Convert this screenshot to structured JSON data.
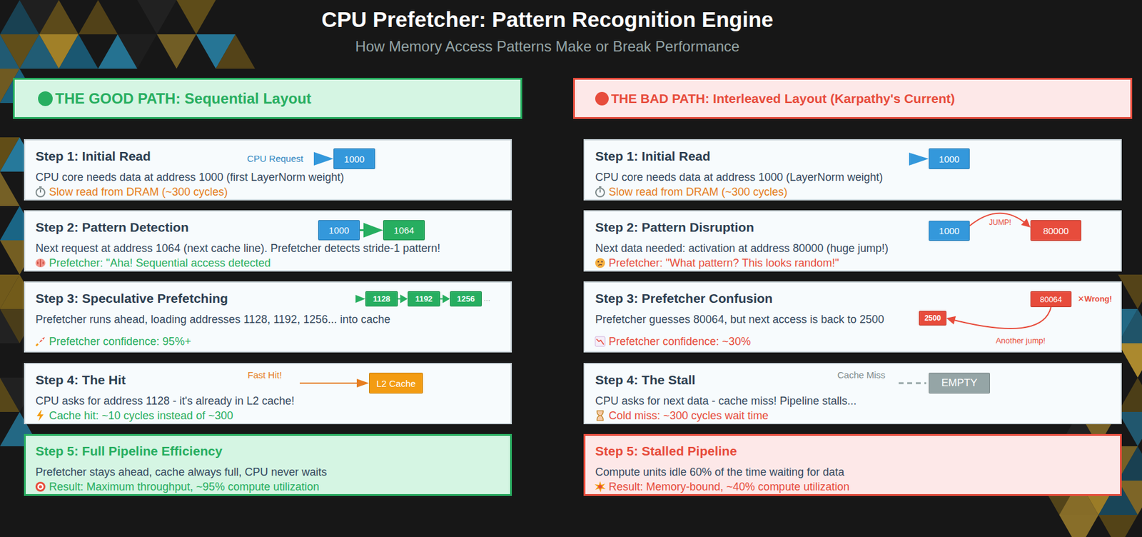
{
  "diagram": {
    "title": "CPU Prefetcher: Pattern Recognition Engine",
    "nodes": [
      {
        "text": [
          "THE GOOD PATH: Sequential Layout"
        ]
      },
      {
        "text": [
          "Step 1: Initial Read",
          "CPU core needs data at address 1000 (first LayerNorm weight)",
          "Slow read from DRAM (~300 cycles)"
        ]
      },
      {
        "text": [
          "1000"
        ],
        "in": 1
      },
      {
        "text": [
          "Step 2: Pattern Detection",
          "Next request at address 1064 (next cache line). Prefetcher detects stride-1 pattern!",
          "Prefetcher: \"Aha! Sequential access detected"
        ]
      },
      {
        "text": [
          "1000"
        ],
        "in": 3
      },
      {
        "text": [
          "1064"
        ],
        "in": 3
      },
      {
        "text": [
          "Step 3: Speculative Prefetching",
          "Prefetcher runs ahead, loading addresses 1128, 1192, 1256... into cache",
          "Prefetcher confidence: 95%+"
        ]
      },
      {
        "text": [
          "1128"
        ],
        "in": 6
      },
      {
        "text": [
          "1192"
        ],
        "in": 6
      },
      {
        "text": [
          "1256"
        ],
        "in": 6
      },
      {
        "text": [
          "Step 4: The Hit",
          "CPU asks for address 1128 - it's already in L2 cache!",
          "Cache hit: ~10 cycles instead of ~300"
        ]
      },
      {
        "text": [
          "L2 Cache"
        ],
        "in": 10
      },
      {
        "text": [
          "Step 5: Full Pipeline Efficiency",
          "Prefetcher stays ahead, cache always full, CPU never waits",
          "Result: Maximum throughput, ~95% compute utilization"
        ]
      },
      {
        "text": [
          "THE BAD PATH: Interleaved Layout (Karpathy's Current)"
        ]
      },
      {
        "text": [
          "Step 1: Initial Read",
          "CPU core needs data at address 1000 (LayerNorm weight)",
          "Slow read from DRAM (~300 cycles)"
        ]
      },
      {
        "text": [
          "1000"
        ],
        "in": 14
      },
      {
        "text": [
          "Step 2: Pattern Disruption",
          "Next data needed: activation at address 80000 (huge jump!)",
          "Prefetcher: \"What pattern? This looks random!\""
        ]
      },
      {
        "text": [
          "1000"
        ],
        "in": 16
      },
      {
        "text": [
          "80000"
        ],
        "in": 16
      },
      {
        "text": [
          "Step 3: Prefetcher Confusion",
          "Prefetcher guesses 80064, but next access is back to 2500",
          "Prefetcher confidence: ~30%"
        ]
      },
      {
        "text": [
          "80064"
        ],
        "in": 19
      },
      {
        "text": [
          "2500"
        ],
        "in": 19
      },
      {
        "text": [
          "Step 4: The Stall",
          "CPU asks for next data - cache miss! Pipeline stalls...",
          "Cold miss: ~300 cycles wait time"
        ]
      },
      {
        "text": [
          "EMPTY"
        ],
        "in": 22
      },
      {
        "text": [
          "Step 5: Stalled Pipeline",
          "Compute units idle 60% of the time waiting for data",
          "Result: Memory-bound, ~40% compute utilization"
        ]
      }
    ],
    "edges": [
      {
        "from": 4,
        "to": 5,
        "arrow": "to"
      },
      {
        "from": 7,
        "to": 8,
        "arrow": "to"
      },
      {
        "from": 8,
        "to": 9,
        "arrow": "to"
      },
      {
        "from": 17,
        "to": 18,
        "label": "JUMP!",
        "arrow": "to"
      },
      {
        "from": 20,
        "to": 21,
        "label": "Another jump!",
        "arrow": "to"
      }
    ],
    "labels": [
      "How Memory Access Patterns Make or Break Performance",
      "CPU Request",
      "...",
      "Fast Hit!",
      "✕Wrong!",
      "Cache Miss"
    ]
  }
}
